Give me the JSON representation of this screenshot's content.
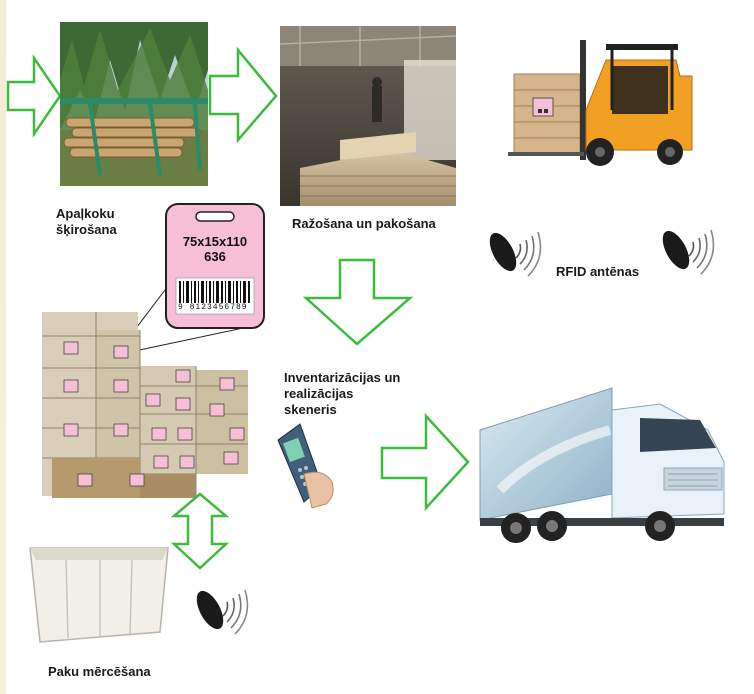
{
  "labels": {
    "sorting": [
      "Apaļkoku",
      "šķirošana"
    ],
    "production": "Ražošana un pakošana",
    "rfid_antennas": "RFID antēnas",
    "scanner": [
      "Inventarizācijas un",
      "realizācijas",
      "skeneris"
    ],
    "soaking": "Paku mērcēšana"
  },
  "tag": {
    "line1": "75x15x110",
    "line2": "636",
    "barcode_digits": "9 8123456789"
  },
  "colors": {
    "arrow_stroke": "#3dbb3d",
    "tag_fill": "#f6bfd6",
    "truck_cab": "#e8f2f8",
    "forklift": "#f2a024",
    "tub": "#f1efe8"
  }
}
